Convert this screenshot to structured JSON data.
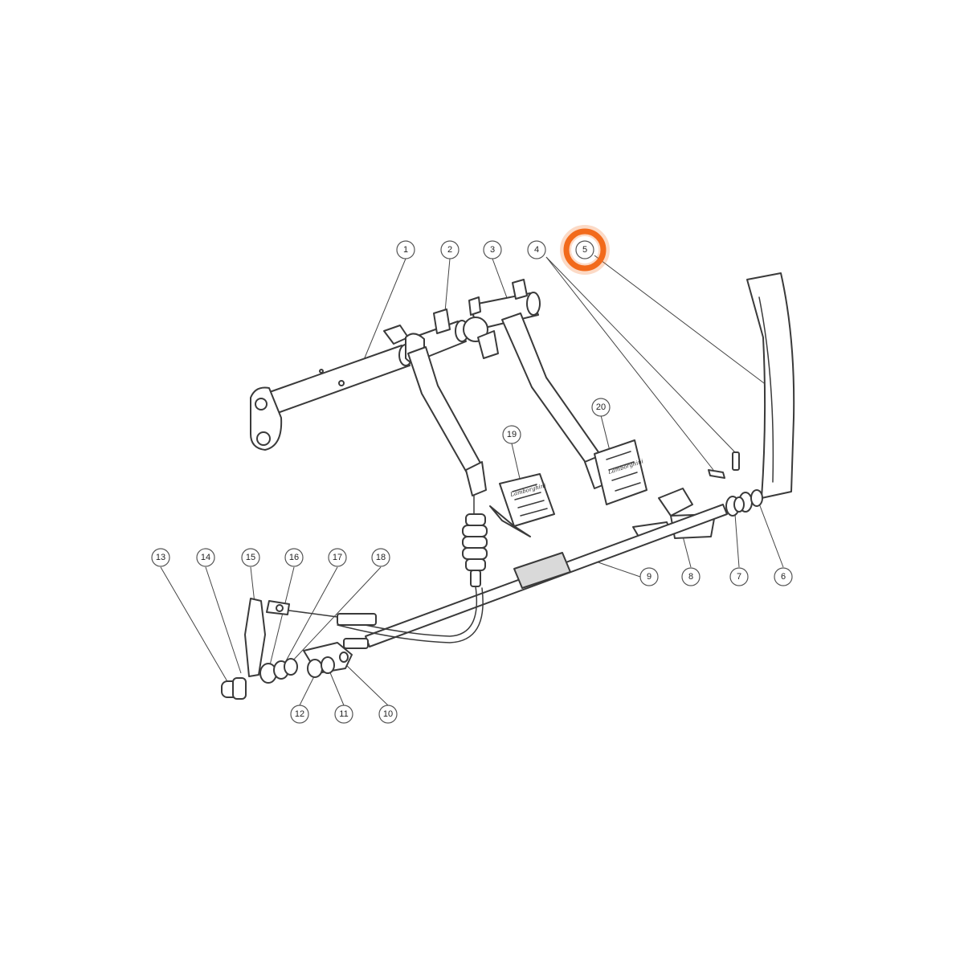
{
  "highlight": {
    "part": "5",
    "color": "#F26A1B"
  },
  "colors": {
    "line": "#3a3a3a",
    "shade": "#d9d9d9"
  },
  "pad_logo": "Lamborghini",
  "callouts": [
    {
      "id": "c1",
      "label": "1"
    },
    {
      "id": "c2",
      "label": "2"
    },
    {
      "id": "c3",
      "label": "3"
    },
    {
      "id": "c4",
      "label": "4"
    },
    {
      "id": "c5",
      "label": "5"
    },
    {
      "id": "c6",
      "label": "6"
    },
    {
      "id": "c7",
      "label": "7"
    },
    {
      "id": "c8",
      "label": "8"
    },
    {
      "id": "c9",
      "label": "9"
    },
    {
      "id": "c10",
      "label": "10"
    },
    {
      "id": "c11",
      "label": "11"
    },
    {
      "id": "c12",
      "label": "12"
    },
    {
      "id": "c13",
      "label": "13"
    },
    {
      "id": "c14",
      "label": "14"
    },
    {
      "id": "c15",
      "label": "15"
    },
    {
      "id": "c16",
      "label": "16"
    },
    {
      "id": "c17",
      "label": "17"
    },
    {
      "id": "c18",
      "label": "18"
    },
    {
      "id": "c19",
      "label": "19"
    },
    {
      "id": "c20",
      "label": "20"
    }
  ]
}
